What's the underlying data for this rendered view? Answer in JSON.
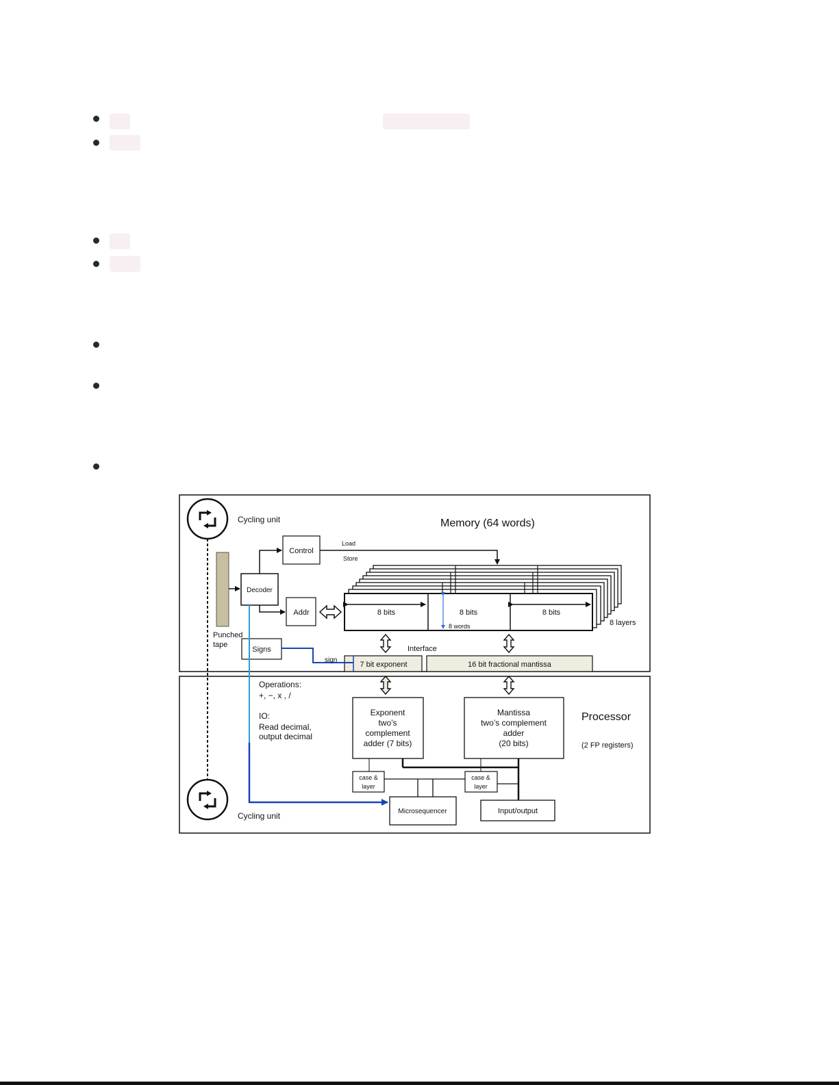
{
  "diagram": {
    "memory_title": "Memory (64 words)",
    "cycling_unit_top": "Cycling unit",
    "cycling_unit_bottom": "Cycling unit",
    "control": "Control",
    "load": "Load",
    "store": "Store",
    "decoder": "Decoder",
    "addr": "Addr",
    "punched_tape_line1": "Punched",
    "punched_tape_line2": "tape",
    "signs": "Signs",
    "sign": "sign",
    "interface": "Interface",
    "bits_left": "8 bits",
    "bits_mid": "8 bits",
    "bits_right": "8 bits",
    "words": "8 words",
    "layers": "8 layers",
    "exponent_field": "7 bit exponent",
    "mantissa_field": "16 bit fractional mantissa",
    "operations_label": "Operations:",
    "operations_value": "+, −, x , /",
    "io_label": "IO:",
    "io_line1": "Read decimal,",
    "io_line2": "output decimal",
    "exponent_adder": [
      "Exponent",
      "two’s",
      "complement",
      "adder (7 bits)"
    ],
    "mantissa_adder": [
      "Mantissa",
      "two’s complement",
      "adder",
      "(20 bits)"
    ],
    "processor": "Processor",
    "fp_registers": "(2 FP registers)",
    "case_layer_left": [
      "case &",
      "layer"
    ],
    "case_layer_right": [
      "case &",
      "layer"
    ],
    "microsequencer": "Microsequencer",
    "input_output": "Input/output"
  },
  "colors": {
    "tape": "#c7bfa0",
    "field_fill": "#efece0",
    "light_blue": "#2f9ad8",
    "dark_blue": "#1743b5",
    "chip": "#f7eff1"
  }
}
